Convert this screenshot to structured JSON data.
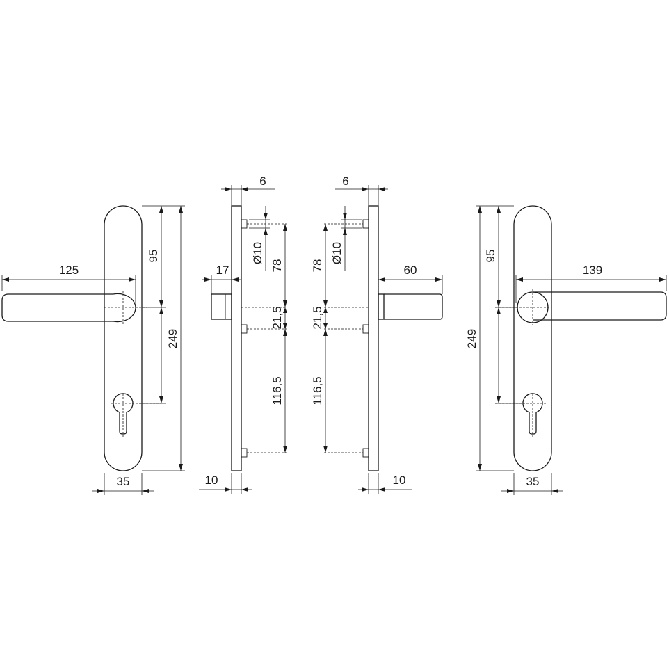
{
  "left_front": {
    "lever_length": "125",
    "upper_distance": "95",
    "total_height": "249",
    "plate_width": "35"
  },
  "left_side": {
    "screw_offset": "6",
    "hole_diameter": "Ø10",
    "top_to_spindle": "78",
    "lever_projection": "17",
    "spindle_to_screw": "21,5",
    "screw_spacing": "116,5",
    "plate_thickness": "10"
  },
  "right_side": {
    "screw_offset": "6",
    "hole_diameter": "Ø10",
    "top_to_spindle": "78",
    "lever_projection": "60",
    "spindle_to_screw": "21,5",
    "screw_spacing": "116,5",
    "plate_thickness": "10"
  },
  "right_front": {
    "lever_length": "139",
    "upper_distance": "95",
    "total_height": "249",
    "plate_width": "35"
  }
}
